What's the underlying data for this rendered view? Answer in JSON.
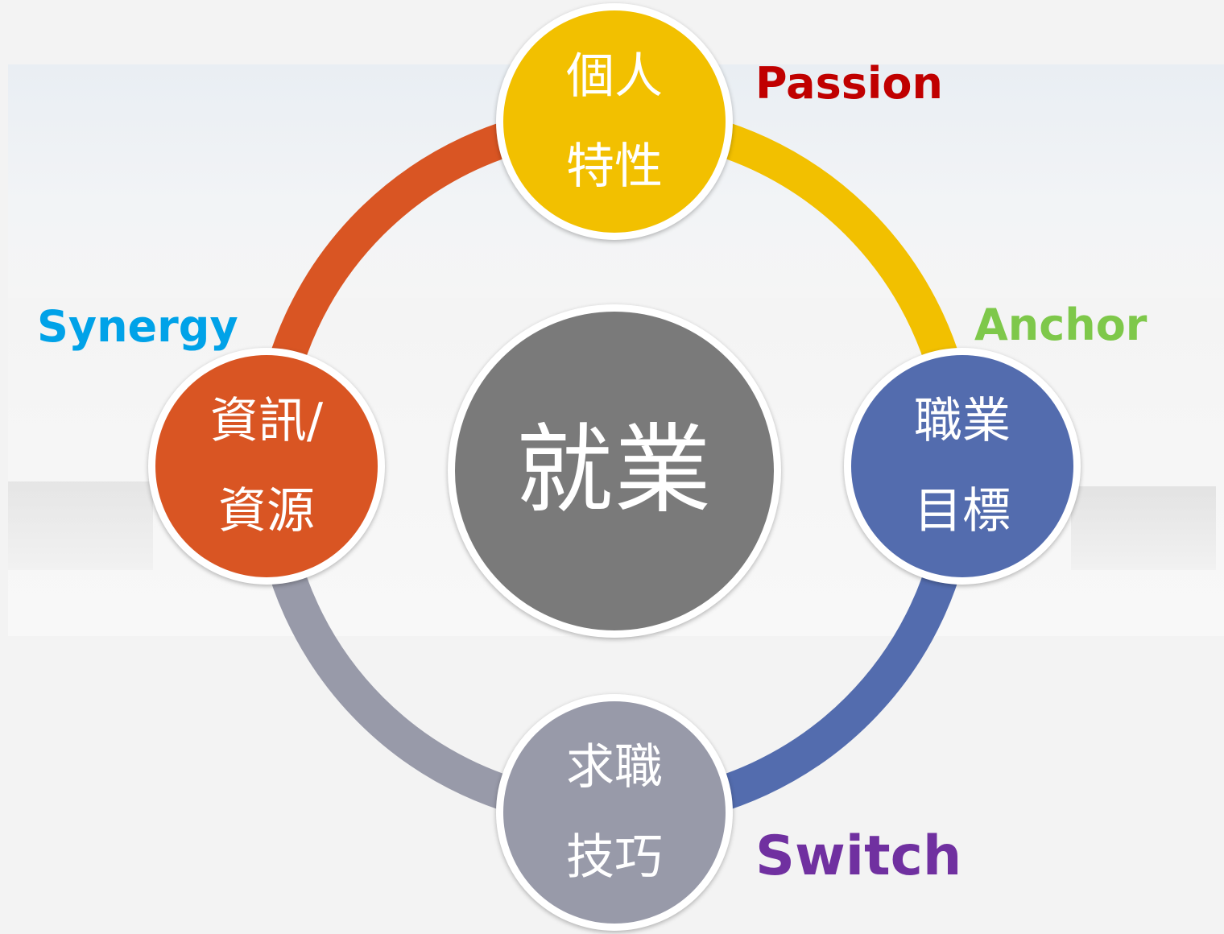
{
  "center": {
    "text": "就業",
    "color": "#7a7a7a"
  },
  "nodes": [
    {
      "id": "personal-traits",
      "lines": [
        "個人",
        "特性"
      ],
      "color": "#f2c000"
    },
    {
      "id": "career-goals",
      "lines": [
        "職業",
        "目標"
      ],
      "color": "#536cae"
    },
    {
      "id": "job-skills",
      "lines": [
        "求職",
        "技巧"
      ],
      "color": "#989aa9"
    },
    {
      "id": "info-resources",
      "lines": [
        "資訊/",
        "資源"
      ],
      "color": "#d95523"
    }
  ],
  "arcs": [
    {
      "from": "personal-traits",
      "to": "career-goals",
      "color": "#f2c000"
    },
    {
      "from": "career-goals",
      "to": "job-skills",
      "color": "#536cae"
    },
    {
      "from": "job-skills",
      "to": "info-resources",
      "color": "#989aa9"
    },
    {
      "from": "info-resources",
      "to": "personal-traits",
      "color": "#d95523"
    }
  ],
  "labels": [
    {
      "text": "Passion",
      "color": "#c00000"
    },
    {
      "text": "Anchor",
      "color": "#7ec84a"
    },
    {
      "text": "Switch",
      "color": "#7030a0"
    },
    {
      "text": "Synergy",
      "color": "#00a2e8"
    }
  ]
}
